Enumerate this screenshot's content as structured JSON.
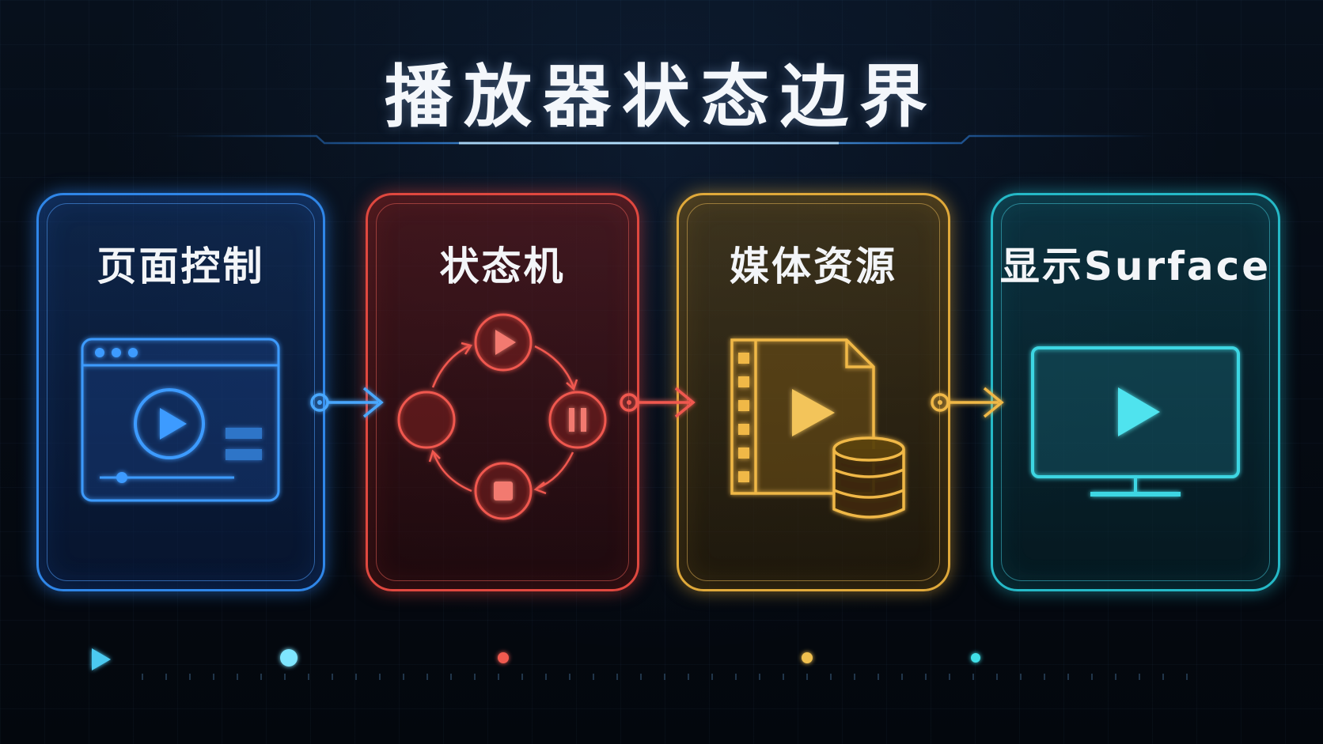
{
  "title": "播放器状态边界",
  "panels": [
    {
      "label": "页面控制",
      "color": "#2f86e8",
      "icon": "browser-window-play-icon"
    },
    {
      "label": "状态机",
      "color": "#e0483f",
      "icon": "state-cycle-icon"
    },
    {
      "label": "媒体资源",
      "color": "#e0a93a",
      "icon": "media-file-database-icon"
    },
    {
      "label": "显示Surface",
      "color": "#25b9c7",
      "icon": "monitor-play-icon"
    }
  ],
  "state_machine_states": [
    "play-icon",
    "pause-icon",
    "stop-icon",
    "idle"
  ],
  "timeline": {
    "play_icon": "play-icon",
    "markers": 4
  }
}
